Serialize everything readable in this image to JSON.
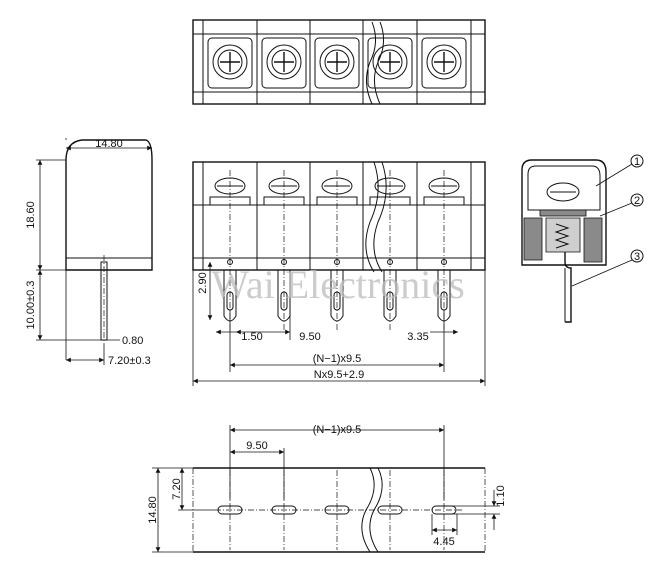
{
  "watermark": "Wai Electronics",
  "dimensions": {
    "width_side": "14.80",
    "height_side": "18.60",
    "pin_len_side": "10.00±0.3",
    "pin_thk": "0.80",
    "pin_offset_side": "7.20±0.3",
    "pin_tip_height": "2.90",
    "pin_edge": "1.50",
    "pitch_front": "9.50",
    "pin_right_edge": "3.35",
    "span_front": "(N−1)x9.5",
    "total_front": "Nx9.5+2.9",
    "span_bottom": "(N−1)x9.5",
    "pitch_bottom": "9.50",
    "depth_bottom": "14.80",
    "row_offset_bottom": "7.20",
    "slot_width": "1.10",
    "slot_length": "4.45"
  },
  "callouts": [
    "1",
    "2",
    "3"
  ]
}
